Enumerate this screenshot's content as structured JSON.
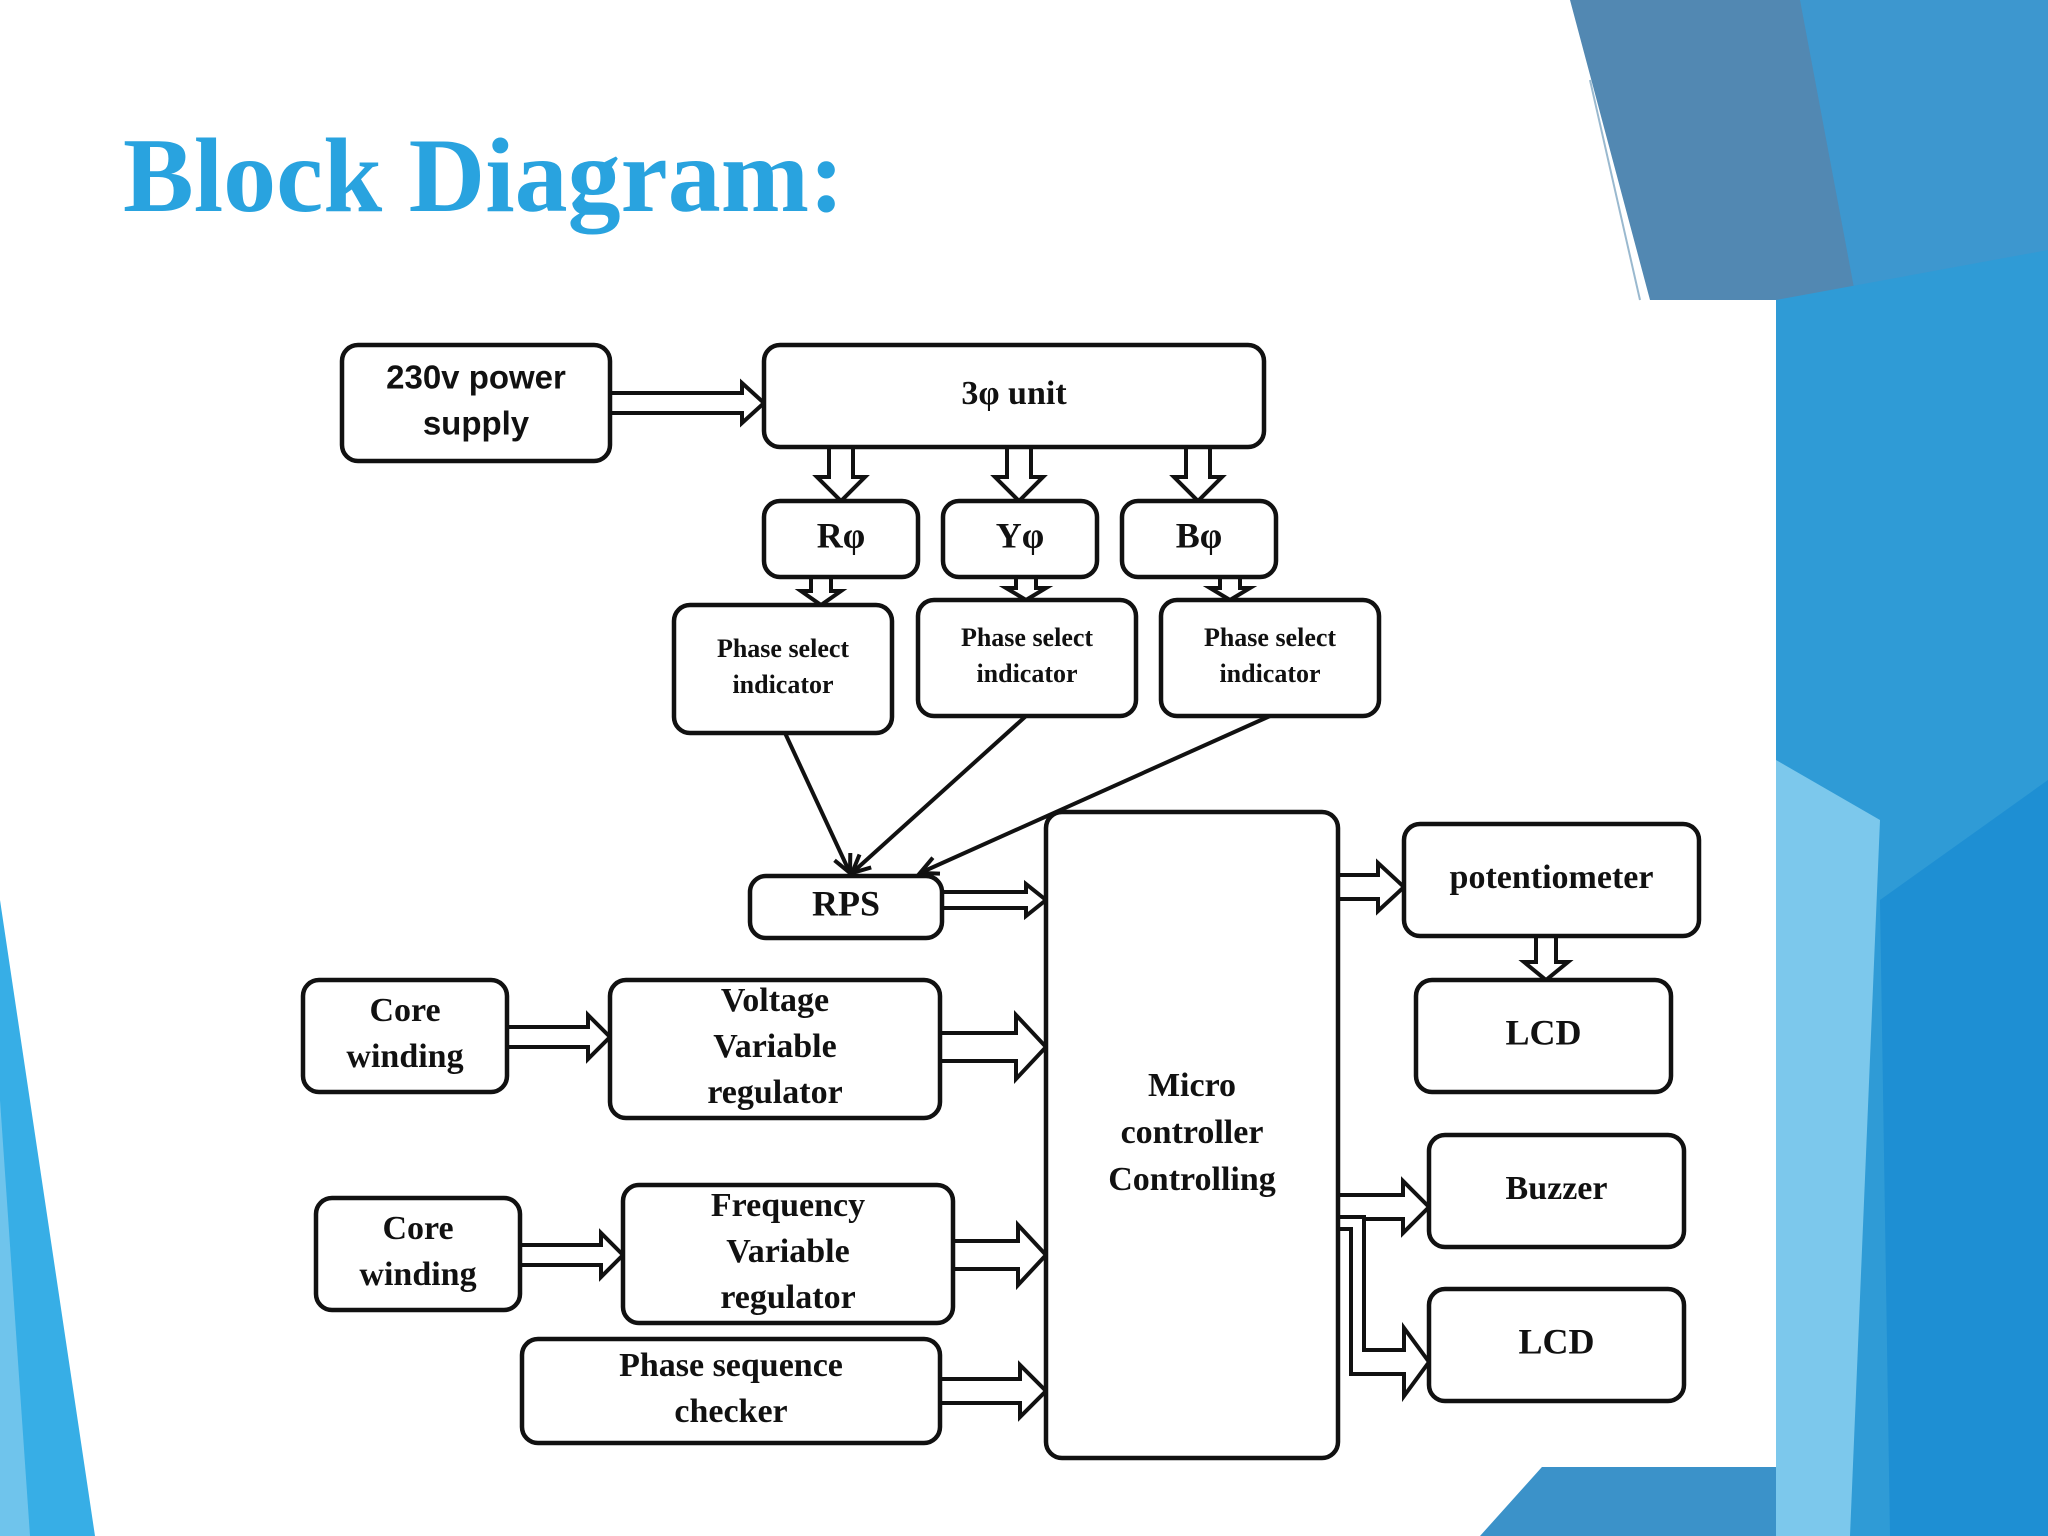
{
  "slide": {
    "title": "Block Diagram:"
  },
  "theme": {
    "accent": "#29a3df",
    "panel_background": "#ffffff",
    "stroke": "#111111"
  },
  "nodes": {
    "power_supply": [
      "230v power",
      "supply"
    ],
    "three_phase_unit": [
      "3φ unit"
    ],
    "r_phase": [
      "Rφ"
    ],
    "y_phase": [
      "Yφ"
    ],
    "b_phase": [
      "Bφ"
    ],
    "phase_indicator_r": [
      "Phase select",
      "indicator"
    ],
    "phase_indicator_y": [
      "Phase select",
      "indicator"
    ],
    "phase_indicator_b": [
      "Phase select",
      "indicator"
    ],
    "rps": [
      "RPS"
    ],
    "core_winding_1": [
      "Core",
      "winding"
    ],
    "voltage_regulator": [
      "Voltage",
      "Variable",
      "regulator"
    ],
    "core_winding_2": [
      "Core",
      "winding"
    ],
    "frequency_regulator": [
      "Frequency",
      "Variable",
      "regulator"
    ],
    "phase_sequence_checker": [
      "Phase sequence",
      "checker"
    ],
    "microcontroller": [
      "Micro",
      "controller",
      "Controlling"
    ],
    "potentiometer": [
      "potentiometer"
    ],
    "lcd_1": [
      "LCD"
    ],
    "buzzer": [
      "Buzzer"
    ],
    "lcd_2": [
      "LCD"
    ]
  }
}
